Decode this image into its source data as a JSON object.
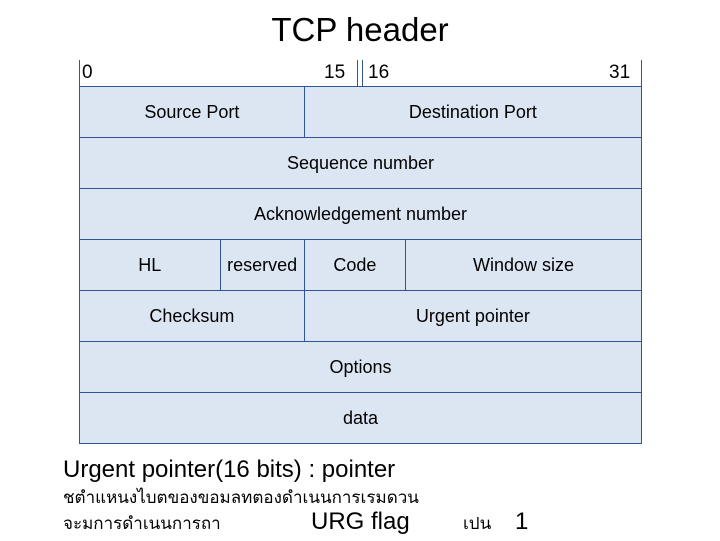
{
  "slide": {
    "title": "TCP header",
    "ruler": {
      "start": "0",
      "mid_end": "15",
      "mid_start": "16",
      "end": "31"
    },
    "rows": [
      {
        "cells": [
          {
            "label": "Source Port",
            "span": 1
          },
          {
            "label": "Destination  Port",
            "span": 1
          }
        ]
      },
      {
        "cells": [
          {
            "label": "Sequence  number",
            "span": 2
          }
        ]
      },
      {
        "cells": [
          {
            "label": "Acknowledgement  number",
            "span": 2
          }
        ]
      },
      {
        "cells": [
          {
            "label": "HL",
            "span": 1
          },
          {
            "label": "reserved",
            "span": 1
          },
          {
            "label": "Code",
            "span": 1
          },
          {
            "label": "Window  size",
            "span": 1
          }
        ]
      },
      {
        "cells": [
          {
            "label": "Checksum",
            "span": 1
          },
          {
            "label": "Urgent  pointer",
            "span": 1
          }
        ]
      },
      {
        "cells": [
          {
            "label": "Options",
            "span": 2
          }
        ]
      },
      {
        "cells": [
          {
            "label": "data",
            "span": 2
          }
        ]
      }
    ],
    "description": {
      "line1": "Urgent pointer(16 bits) : pointer",
      "line2": "ชตำแหนงไบตของขอมลทตองดำเนนการเรมดวน",
      "line3_left": "จะมการดำเนนการถา",
      "line3_mid": "URG flag",
      "line3_right": "เปน",
      "line3_num": "1"
    }
  }
}
